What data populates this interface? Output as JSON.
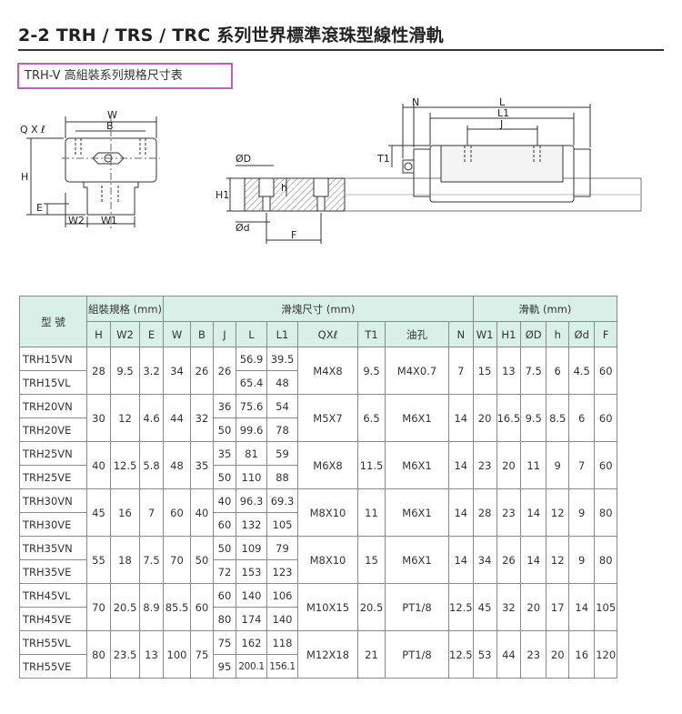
{
  "header": {
    "title": "2-2 TRH / TRS / TRC 系列世界標準滾珠型線性滑軌",
    "subtitle": "TRH-V 高組裝系列規格尺寸表"
  },
  "drawing": {
    "end_view_labels": [
      "W",
      "B",
      "Q X ℓ",
      "H",
      "E",
      "W2",
      "W1"
    ],
    "side_view_labels": [
      "N",
      "L",
      "L1",
      "J",
      "T1",
      "ØD",
      "h",
      "H1",
      "Ød",
      "F"
    ]
  },
  "table": {
    "group_headers": {
      "model": "型 號",
      "assembly": "組裝規格 (mm)",
      "block": "滑塊尺寸 (mm)",
      "rail": "滑軌 (mm)"
    },
    "columns": [
      "H",
      "W2",
      "E",
      "W",
      "B",
      "J",
      "L",
      "L1",
      "QXℓ",
      "T1",
      "油孔",
      "N",
      "W1",
      "H1",
      "ØD",
      "h",
      "Ød",
      "F"
    ],
    "groups": [
      {
        "models": [
          "TRH15VN",
          "TRH15VL"
        ],
        "H": "28",
        "W2": "9.5",
        "E": "3.2",
        "W": "34",
        "B": "26",
        "J": [
          "26"
        ],
        "L": [
          "56.9",
          "65.4"
        ],
        "L1": [
          "39.5",
          "48"
        ],
        "QXl": "M4X8",
        "T1": "9.5",
        "oil": "M4X0.7",
        "N": "7",
        "W1": "15",
        "H1": "13",
        "OD": "7.5",
        "h": "6",
        "Od": "4.5",
        "F": "60"
      },
      {
        "models": [
          "TRH20VN",
          "TRH20VE"
        ],
        "H": "30",
        "W2": "12",
        "E": "4.6",
        "W": "44",
        "B": "32",
        "J": [
          "36",
          "50"
        ],
        "L": [
          "75.6",
          "99.6"
        ],
        "L1": [
          "54",
          "78"
        ],
        "QXl": "M5X7",
        "T1": "6.5",
        "oil": "M6X1",
        "N": "14",
        "W1": "20",
        "H1": "16.5",
        "OD": "9.5",
        "h": "8.5",
        "Od": "6",
        "F": "60"
      },
      {
        "models": [
          "TRH25VN",
          "TRH25VE"
        ],
        "H": "40",
        "W2": "12.5",
        "E": "5.8",
        "W": "48",
        "B": "35",
        "J": [
          "35",
          "50"
        ],
        "L": [
          "81",
          "110"
        ],
        "L1": [
          "59",
          "88"
        ],
        "QXl": "M6X8",
        "T1": "11.5",
        "oil": "M6X1",
        "N": "14",
        "W1": "23",
        "H1": "20",
        "OD": "11",
        "h": "9",
        "Od": "7",
        "F": "60"
      },
      {
        "models": [
          "TRH30VN",
          "TRH30VE"
        ],
        "H": "45",
        "W2": "16",
        "E": "7",
        "W": "60",
        "B": "40",
        "J": [
          "40",
          "60"
        ],
        "L": [
          "96.3",
          "132"
        ],
        "L1": [
          "69.3",
          "105"
        ],
        "QXl": "M8X10",
        "T1": "11",
        "oil": "M6X1",
        "N": "14",
        "W1": "28",
        "H1": "23",
        "OD": "14",
        "h": "12",
        "Od": "9",
        "F": "80"
      },
      {
        "models": [
          "TRH35VN",
          "TRH35VE"
        ],
        "H": "55",
        "W2": "18",
        "E": "7.5",
        "W": "70",
        "B": "50",
        "J": [
          "50",
          "72"
        ],
        "L": [
          "109",
          "153"
        ],
        "L1": [
          "79",
          "123"
        ],
        "QXl": "M8X10",
        "T1": "15",
        "oil": "M6X1",
        "N": "14",
        "W1": "34",
        "H1": "26",
        "OD": "14",
        "h": "12",
        "Od": "9",
        "F": "80"
      },
      {
        "models": [
          "TRH45VL",
          "TRH45VE"
        ],
        "H": "70",
        "W2": "20.5",
        "E": "8.9",
        "W": "85.5",
        "B": "60",
        "J": [
          "60",
          "80"
        ],
        "L": [
          "140",
          "174"
        ],
        "L1": [
          "106",
          "140"
        ],
        "QXl": "M10X15",
        "T1": "20.5",
        "oil": "PT1/8",
        "N": "12.5",
        "W1": "45",
        "H1": "32",
        "OD": "20",
        "h": "17",
        "Od": "14",
        "F": "105"
      },
      {
        "models": [
          "TRH55VL",
          "TRH55VE"
        ],
        "H": "80",
        "W2": "23.5",
        "E": "13",
        "W": "100",
        "B": "75",
        "J": [
          "75",
          "95"
        ],
        "L": [
          "162",
          "200.1"
        ],
        "L1": [
          "118",
          "156.1"
        ],
        "QXl": "M12X18",
        "T1": "21",
        "oil": "PT1/8",
        "N": "12.5",
        "W1": "53",
        "H1": "44",
        "OD": "23",
        "h": "20",
        "Od": "16",
        "F": "120"
      }
    ]
  }
}
